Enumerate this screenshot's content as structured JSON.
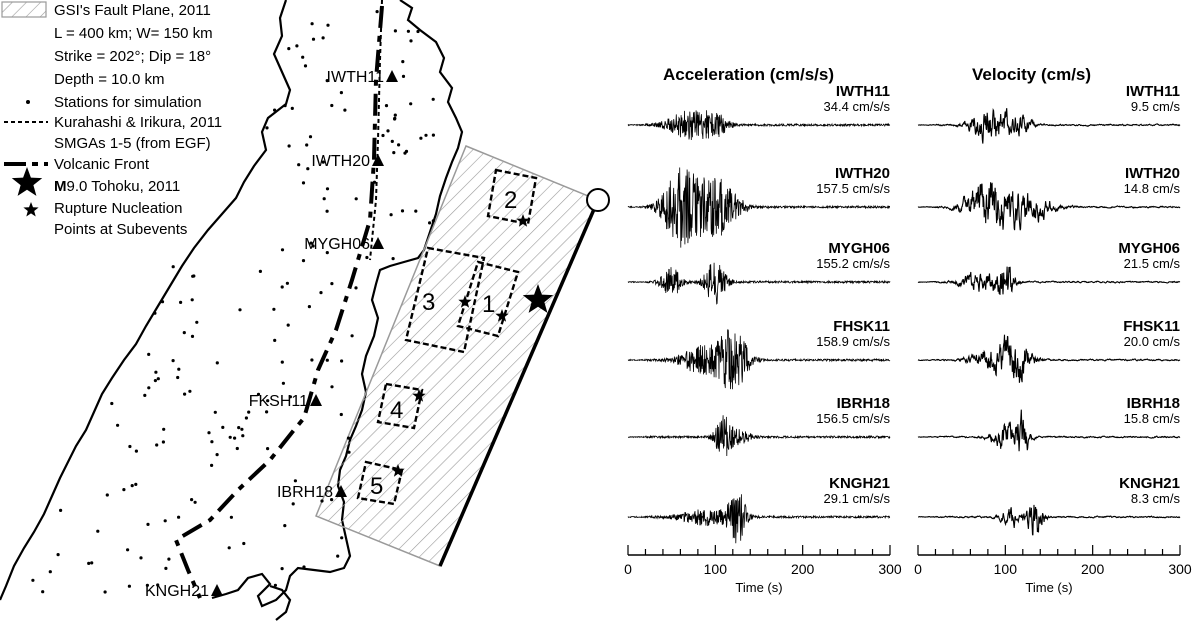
{
  "legend": {
    "fault_plane": "GSI's Fault Plane, 2011",
    "dims": "L = 400 km; W= 150 km",
    "strike_dip": "Strike = 202°; Dip = 18°",
    "depth": "Depth = 10.0 km",
    "stations": "Stations for simulation",
    "kurahashi": "Kurahashi & Irikura, 2011",
    "smga": "SMGAs 1-5 (from EGF)",
    "volcanic": "Volcanic Front",
    "mainshock_prefix": "M",
    "mainshock_rest": "9.0 Tohoku, 2011",
    "nucleation_1": "Rupture Nucleation",
    "nucleation_2": "Points at Subevents"
  },
  "map": {
    "stations": [
      "IWTH11",
      "IWTH20",
      "MYGH06",
      "FKSH11",
      "IBRH18",
      "KNGH21"
    ],
    "smga_numbers": [
      "2",
      "3",
      "1",
      "4",
      "5"
    ]
  },
  "panels": {
    "acc_title": "Acceleration (cm/s/s)",
    "vel_title": "Velocity (cm/s)",
    "xlabel": "Time (s)",
    "ticks": [
      "0",
      "100",
      "200",
      "300"
    ]
  },
  "traces": [
    {
      "station": "IWTH11",
      "acc": "34.4 cm/s/s",
      "vel": "9.5 cm/s"
    },
    {
      "station": "IWTH20",
      "acc": "157.5 cm/s/s",
      "vel": "14.8 cm/s"
    },
    {
      "station": "MYGH06",
      "acc": "155.2 cm/s/s",
      "vel": "21.5 cm/s"
    },
    {
      "station": "FHSK11",
      "acc": "158.9 cm/s/s",
      "vel": "20.0 cm/s"
    },
    {
      "station": "IBRH18",
      "acc": "156.5 cm/s/s",
      "vel": "15.8 cm/s"
    },
    {
      "station": "KNGH21",
      "acc": "29.1 cm/s/s",
      "vel": "8.3 cm/s"
    }
  ],
  "colors": {
    "ink": "#000000",
    "hatch": "#9a9a9a",
    "fault_fill": "#ffffff"
  }
}
